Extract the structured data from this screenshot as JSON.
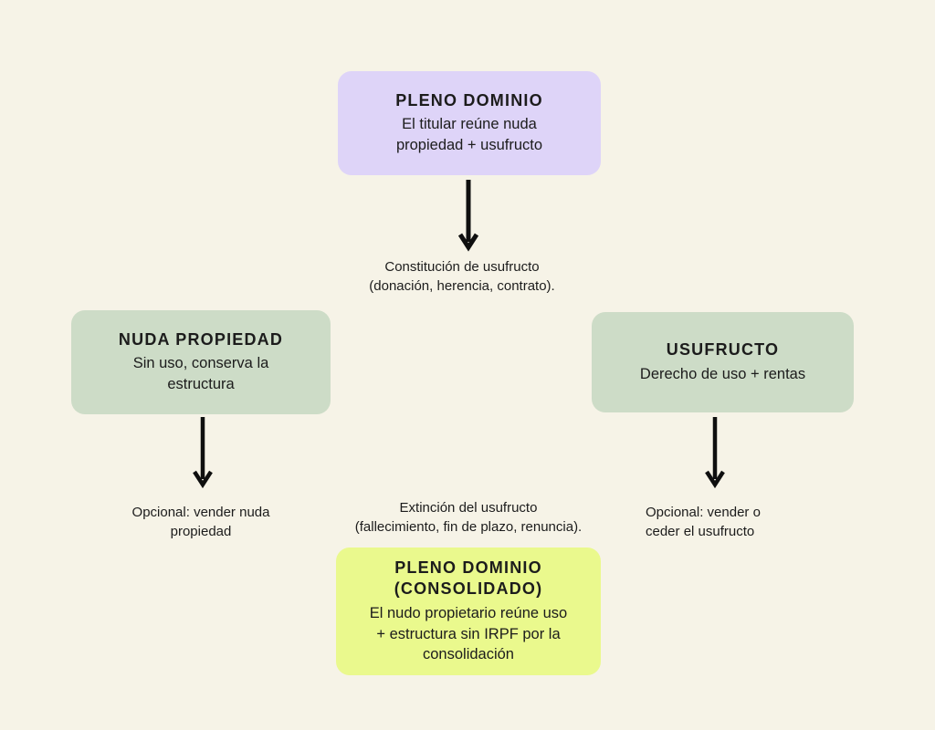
{
  "colors": {
    "background": "#f6f3e7",
    "text": "#1c1c1c",
    "arrow": "#0f0f0f"
  },
  "nodes": {
    "pleno_dominio": {
      "title": "PLENO DOMINIO",
      "body": "El titular reúne nuda\npropiedad + usufructo",
      "bg": "#ded4f8"
    },
    "nuda_propiedad": {
      "title": "NUDA PROPIEDAD",
      "body": "Sin uso, conserva la\nestructura",
      "bg": "#cddcc7"
    },
    "usufructo": {
      "title": "USUFRUCTO",
      "body": "Derecho de uso + rentas",
      "bg": "#cddcc7"
    },
    "pleno_dominio_consolidado": {
      "title": "PLENO DOMINIO\n(CONSOLIDADO)",
      "body": "El nudo propietario reúne uso\n+ estructura sin IRPF por la\nconsolidación",
      "bg": "#eaf98d"
    }
  },
  "labels": {
    "constitucion": "Constitución de usufructo\n(donación, herencia, contrato).",
    "extincion": "Extinción del usufructo\n(fallecimiento, fin de plazo, renuncia).",
    "opcional_izquierda": "Opcional: vender nuda\npropiedad",
    "opcional_derecha": "Opcional: vender o\nceder el usufructo"
  }
}
